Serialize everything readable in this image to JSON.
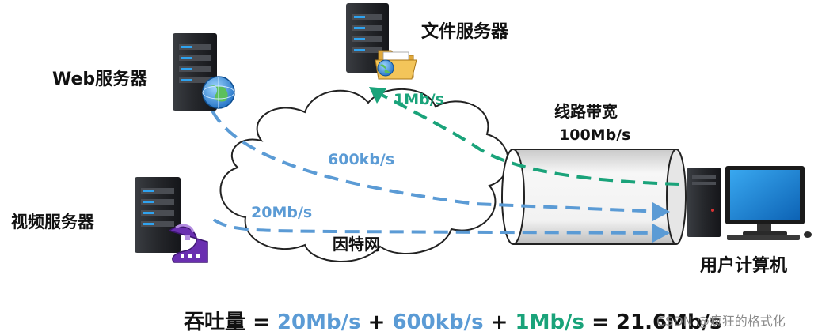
{
  "nodes": {
    "web_server": "Web服务器",
    "file_server": "文件服务器",
    "video_server": "视频服务器",
    "user_computer": "用户计算机",
    "internet": "因特网"
  },
  "link": {
    "title": "线路带宽",
    "value": "100Mb/s"
  },
  "flows": {
    "web": "600kb/s",
    "video": "20Mb/s",
    "file": "1Mb/s"
  },
  "formula": {
    "label": "吞吐量",
    "eq": " = ",
    "term1": "20Mb/s",
    "plus1": " + ",
    "term2": "600kb/s",
    "plus2": " + ",
    "term3": "1Mb/s",
    "eq2": " = ",
    "result": "21.6Mb/s"
  },
  "colors": {
    "blue_flow": "#5b9bd5",
    "green_flow": "#1aa37a"
  },
  "watermark": "CSDN @疯狂的格式化",
  "icons": [
    "server-icon",
    "globe-icon",
    "folder-icon",
    "film-strip-icon",
    "desktop-computer-icon",
    "cloud-icon",
    "pipe-icon"
  ]
}
